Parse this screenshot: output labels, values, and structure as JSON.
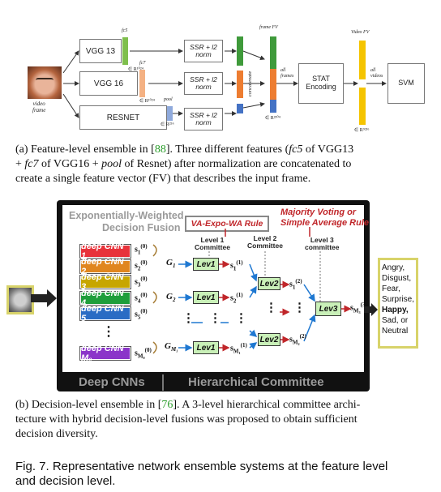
{
  "panel_a": {
    "input_label": "video\nframe",
    "vgg13": "VGG 13",
    "vgg16": "VGG 16",
    "resnet": "RESNET",
    "fc5": "fc5",
    "fc7": "fc7",
    "pool": "pool",
    "r1024a": "∈ R¹⁰²⁴",
    "r1024b": "∈ R¹⁰²⁴",
    "r256": "∈ R²⁵⁶",
    "norm1": "SSR + l2\nnorm",
    "norm2": "SSR + l2\nnorm",
    "norm3": "SSR + l2\nnorm",
    "frame_fv": "frame FV",
    "concatenate": "concatenate",
    "r2304": "∈ R²³⁰⁴",
    "all_frames": "all\nframes",
    "stat": "STAT\nEncoding",
    "video_fv": "Video FV",
    "all_videos": "all\nvideos",
    "r9216": "∈ R⁹²¹⁶",
    "svm": "SVM",
    "colors": {
      "vgg13": "#7fbf4d",
      "vgg16": "#f4b183",
      "resnet": "#8faadc",
      "green": "#3f9a3b",
      "orange": "#ed7d31",
      "blue": "#4472c4",
      "gold": "#f5c400"
    }
  },
  "caption_a": {
    "prefix": "(a) Feature-level ensemble in [",
    "ref": "88",
    "suffix": "]. Three different features (",
    "f1": "fc5",
    "t1": " of VGG13",
    "line2a": "+ ",
    "f2": "fc7",
    "t2": " of VGG16 + ",
    "f3": "pool",
    "t3": " of Resnet) after normalization are concatenated to",
    "line3": "create a single feature vector (FV) that describes the input frame."
  },
  "panel_b": {
    "ewdf_title1": "Exponentially-Weighted",
    "ewdf_title2": "Decision Fusion",
    "va_rule": "VA-Expo-WA Rule",
    "majority1": "Majority Voting or",
    "majority2": "Simple Average Rule",
    "level1": "Level 1\nCommittee",
    "level2": "Level 2\nCommittee",
    "level3": "Level 3\ncommittee",
    "cnn1": "deep CNN 1",
    "cnn2": "deep CNN 2",
    "cnn3": "deep CNN 3",
    "cnn4": "deep CNN 4",
    "cnn5": "deep CNN 5",
    "cnnM": "deep CNN M₀",
    "dots": "⋮",
    "lev1": "Lev1",
    "lev2": "Lev2",
    "lev3": "Lev3",
    "deep_cnns": "Deep CNNs",
    "hier": "Hierarchical Committee",
    "emotions": [
      "Angry,",
      "Disgust,",
      "Fear,",
      "Surprise,",
      "Happy,",
      "Sad, or",
      "Neutral"
    ],
    "colors": {
      "cnn1": "#e8333b",
      "cnn2": "#e0861f",
      "cnn3": "#c7a600",
      "cnn4": "#1e9e3b",
      "cnn5": "#2a6cc4",
      "cnnM": "#8b35c9",
      "frame": "#111111",
      "output_border": "#d8d36a"
    }
  },
  "caption_b": {
    "prefix": "(b) Decision-level ensemble in [",
    "ref": "76",
    "suffix": "]. A 3-level hierarchical committee archi-",
    "line2": "tecture with hybrid decision-level fusions was proposed to obtain sufficient",
    "line3": "decision diversity."
  },
  "figure_caption": {
    "line1": "Fig. 7. Representative network ensemble systems at the feature level",
    "line2": "and decision level."
  }
}
